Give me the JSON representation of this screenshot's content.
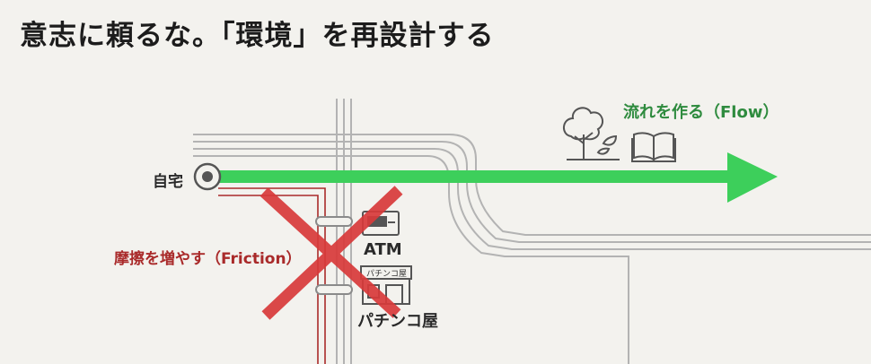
{
  "title": "意志に頼るな。「環境」を再設計する",
  "labels": {
    "home": "自宅",
    "flow": "流れを作る（Flow）",
    "friction": "摩擦を増やす（Friction）",
    "atm": "ATM",
    "pachinko": "パチンコ屋",
    "pachinko_sign": "パチンコ屋"
  },
  "colors": {
    "flow": "#2e8b3e",
    "flow_arrow": "#3dcf5b",
    "friction": "#a92a2a",
    "cross": "#d83a3a",
    "road": "#b0b0b0"
  },
  "icons": {
    "tree": "tree-icon",
    "book": "open-book-icon",
    "atm": "atm-icon",
    "shop": "pachinko-shop-icon"
  }
}
